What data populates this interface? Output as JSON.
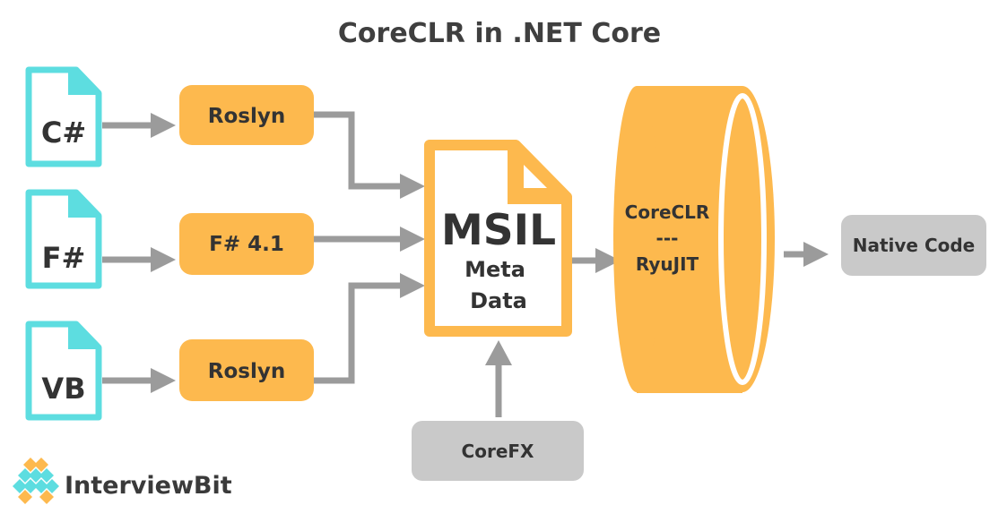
{
  "title": "CoreCLR in .NET Core",
  "languages": {
    "csharp": "C#",
    "fsharp": "F#",
    "vb": "VB"
  },
  "compilers": {
    "csharp": "Roslyn",
    "fsharp": "F# 4.1",
    "vb": "Roslyn"
  },
  "msil": {
    "title": "MSIL",
    "line1": "Meta",
    "line2": "Data"
  },
  "runtime": {
    "line1": "CoreCLR",
    "separator": "---",
    "line2": "RyuJIT"
  },
  "native_code": "Native Code",
  "corefx": "CoreFX",
  "logo": {
    "text": "InterviewBit"
  },
  "colors": {
    "orange": "#FDB94E",
    "teal": "#5DDDE0",
    "gray_box": "#C9C9C9",
    "arrow": "#9B9B9B",
    "text": "#333333"
  }
}
